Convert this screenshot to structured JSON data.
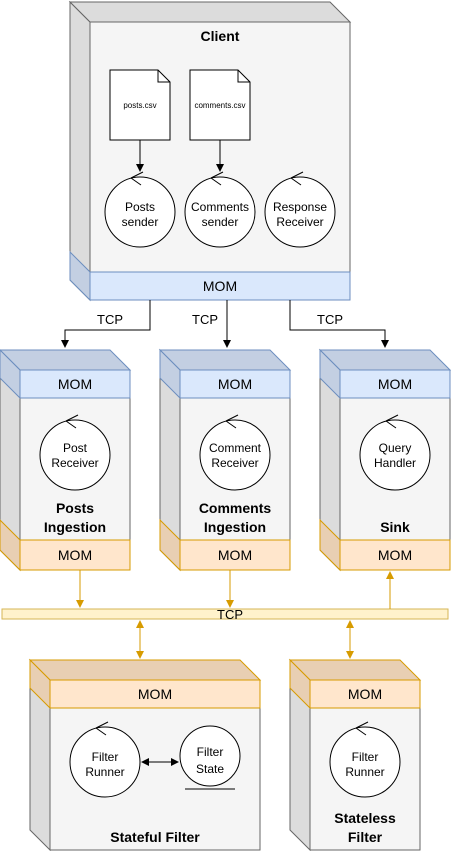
{
  "client": {
    "title": "Client",
    "files": [
      "posts.csv",
      "comments.csv"
    ],
    "components": [
      [
        "Posts",
        "sender"
      ],
      [
        "Comments",
        "sender"
      ],
      [
        "Response",
        "Receiver"
      ]
    ],
    "mom": "MOM"
  },
  "tcp_client": [
    "TCP",
    "TCP",
    "TCP"
  ],
  "ingestion": [
    {
      "mom_top": "MOM",
      "component": [
        "Post",
        "Receiver"
      ],
      "title": [
        "Posts",
        "Ingestion"
      ],
      "mom_bottom": "MOM"
    },
    {
      "mom_top": "MOM",
      "component": [
        "Comment",
        "Receiver"
      ],
      "title": [
        "Comments",
        "Ingestion"
      ],
      "mom_bottom": "MOM"
    },
    {
      "mom_top": "MOM",
      "component": [
        "Query",
        "Handler"
      ],
      "title": [
        "Sink"
      ],
      "mom_bottom": "MOM"
    }
  ],
  "bus_label": "TCP",
  "filters": [
    {
      "mom": "MOM",
      "runner": [
        "Filter",
        "Runner"
      ],
      "state": [
        "Filter",
        "State"
      ],
      "title": [
        "Stateful Filter"
      ]
    },
    {
      "mom": "MOM",
      "runner": [
        "Filter",
        "Runner"
      ],
      "title": [
        "Stateless",
        "Filter"
      ]
    }
  ],
  "colors": {
    "box_fill": "#f5f5f5",
    "box_side": "#dcdcdc",
    "box_stroke": "#666666",
    "mom_blue": "#dae8fc",
    "mom_blue_side": "#c3cfe2",
    "mom_blue_stroke": "#6c8ebf",
    "mom_orange": "#ffe6cc",
    "mom_orange_side": "#e8cfb3",
    "mom_orange_stroke": "#d79b00",
    "bus_fill": "#fff2cc",
    "bus_stroke": "#d6b656"
  }
}
